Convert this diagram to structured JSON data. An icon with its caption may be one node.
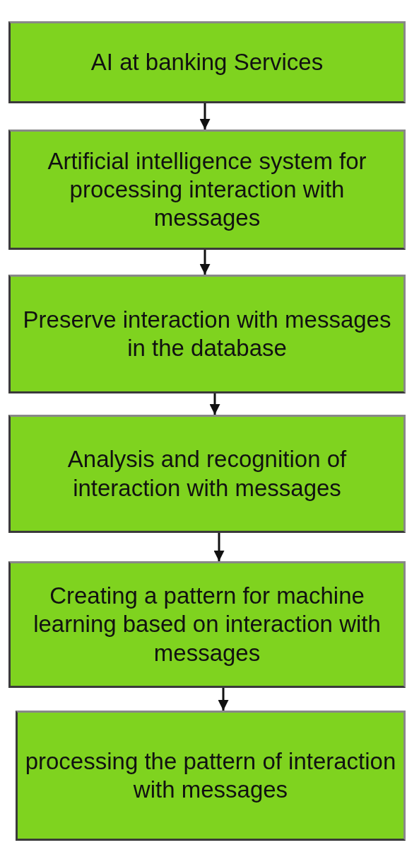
{
  "diagram": {
    "nodes": [
      {
        "text": [
          "AI at banking Services"
        ]
      },
      {
        "text": [
          "Artificial intelligence system for processing interaction with messages"
        ]
      },
      {
        "text": [
          "Preserve interaction with messages in the database"
        ]
      },
      {
        "text": [
          "Analysis and recognition of interaction with messages"
        ]
      },
      {
        "text": [
          "Creating a pattern for machine learning based on interaction with messages"
        ]
      },
      {
        "text": [
          "processing the pattern of interaction with messages"
        ]
      }
    ],
    "edges": [
      {
        "from": 0,
        "to": 1,
        "arrow": "to"
      },
      {
        "from": 1,
        "to": 2,
        "arrow": "to"
      },
      {
        "from": 2,
        "to": 3,
        "arrow": "to"
      },
      {
        "from": 3,
        "to": 4,
        "arrow": "to"
      },
      {
        "from": 4,
        "to": 5,
        "arrow": "to"
      }
    ]
  }
}
